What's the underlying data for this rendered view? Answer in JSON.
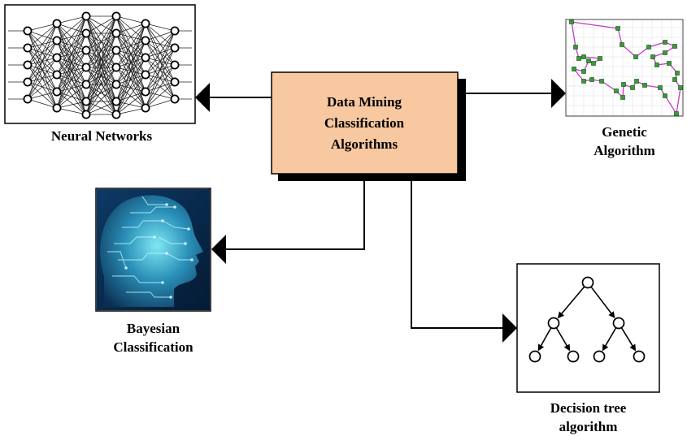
{
  "center": {
    "line1": "Data Mining",
    "line2": "Classification",
    "line3": "Algorithms",
    "fill": "#F8C8A0"
  },
  "neural_networks": {
    "label": "Neural Networks"
  },
  "genetic": {
    "line1": "Genetic",
    "line2": "Algorithm",
    "path_color": "#C040C8",
    "node_color": "#3A9A3A"
  },
  "bayesian": {
    "line1": "Bayesian",
    "line2": "Classification"
  },
  "decision_tree": {
    "line1": "Decision tree",
    "line2": "algorithm"
  }
}
